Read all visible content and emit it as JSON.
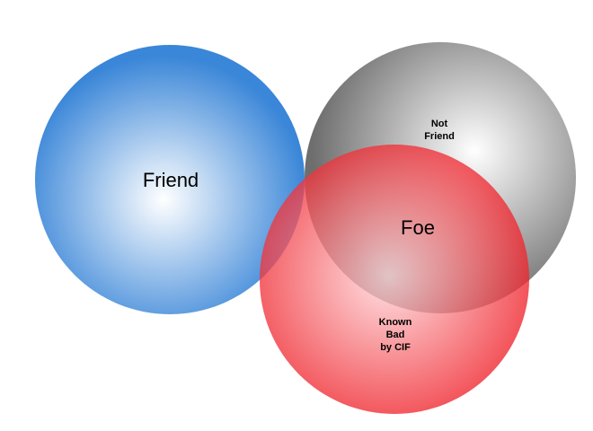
{
  "diagram": {
    "type": "venn",
    "circles": [
      {
        "id": "friend",
        "lines": [
          "Friend"
        ],
        "color": "#3a86d8",
        "highlight": "#ffffff"
      },
      {
        "id": "not-friend",
        "lines": [
          "Not",
          "Friend"
        ],
        "color": "#6e6e6e",
        "highlight": "#ffffff"
      },
      {
        "id": "known-bad",
        "lines": [
          "Known",
          "Bad",
          "by CIF"
        ],
        "color": "#ee1c24",
        "highlight": "#ffd9dc"
      }
    ],
    "intersection_label": "Foe",
    "background": "#ffffff"
  }
}
